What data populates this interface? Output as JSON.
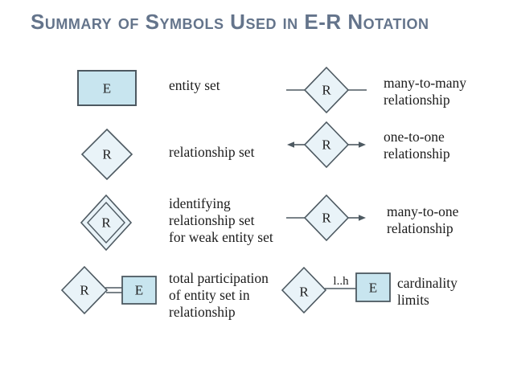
{
  "title": "Summary of Symbols Used in E-R Notation",
  "colors": {
    "title_text": "#64748b",
    "entity_fill": "#c8e5ef",
    "diamond_fill": "#e9f3f8",
    "stroke": "#4d5961",
    "label_text": "#1c1c1c"
  },
  "letters": {
    "entity": "E",
    "relationship": "R"
  },
  "edge_label": "l..h",
  "left_labels": [
    [
      "entity set"
    ],
    [
      "relationship set"
    ],
    [
      "identifying",
      "relationship set",
      "for weak entity set"
    ],
    [
      "total participation",
      "of entity set in",
      "relationship"
    ]
  ],
  "right_labels": [
    [
      "many-to-many",
      "relationship"
    ],
    [
      "one-to-one",
      "relationship"
    ],
    [
      "many-to-one",
      "relationship"
    ],
    [
      "cardinality",
      "limits"
    ]
  ]
}
